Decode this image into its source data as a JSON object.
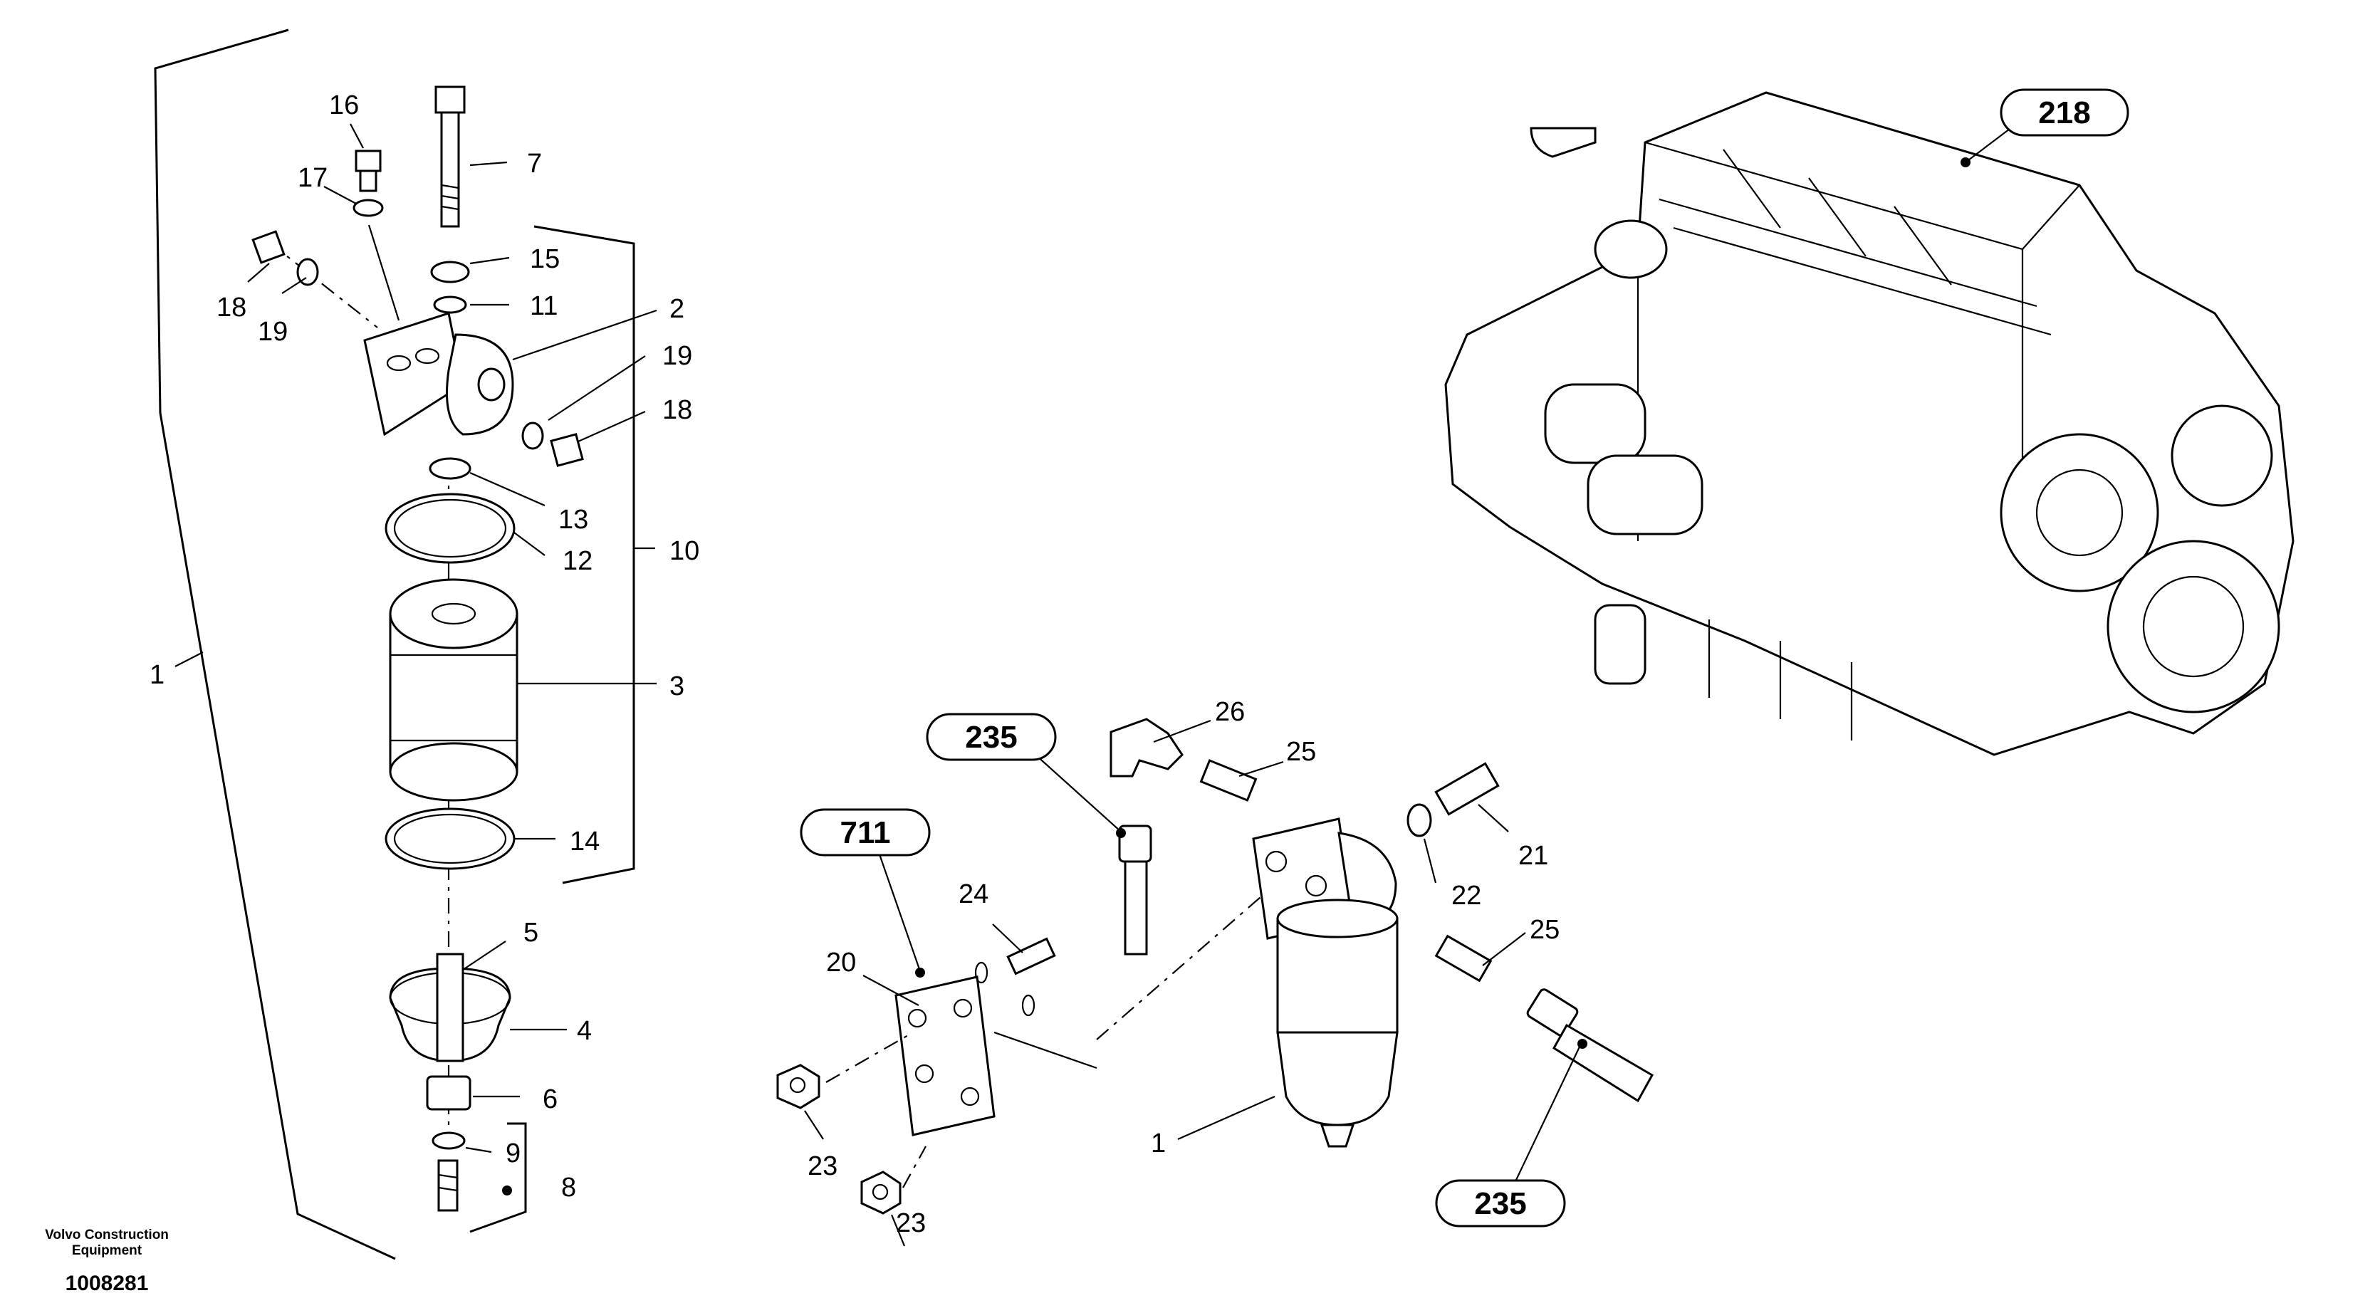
{
  "footer": {
    "company_line1": "Volvo Construction",
    "company_line2": "Equipment",
    "drawing_number": "1008281"
  },
  "callouts": [
    "1",
    "2",
    "3",
    "4",
    "5",
    "6",
    "7",
    "8",
    "9",
    "10",
    "11",
    "12",
    "13",
    "14",
    "15",
    "16",
    "17",
    "18",
    "19",
    "19",
    "18",
    "1",
    "20",
    "21",
    "22",
    "23",
    "23",
    "24",
    "25",
    "25",
    "26"
  ],
  "references": [
    "218",
    "235",
    "711",
    "235"
  ],
  "colors": {
    "ink": "#000000",
    "paper": "#ffffff"
  }
}
